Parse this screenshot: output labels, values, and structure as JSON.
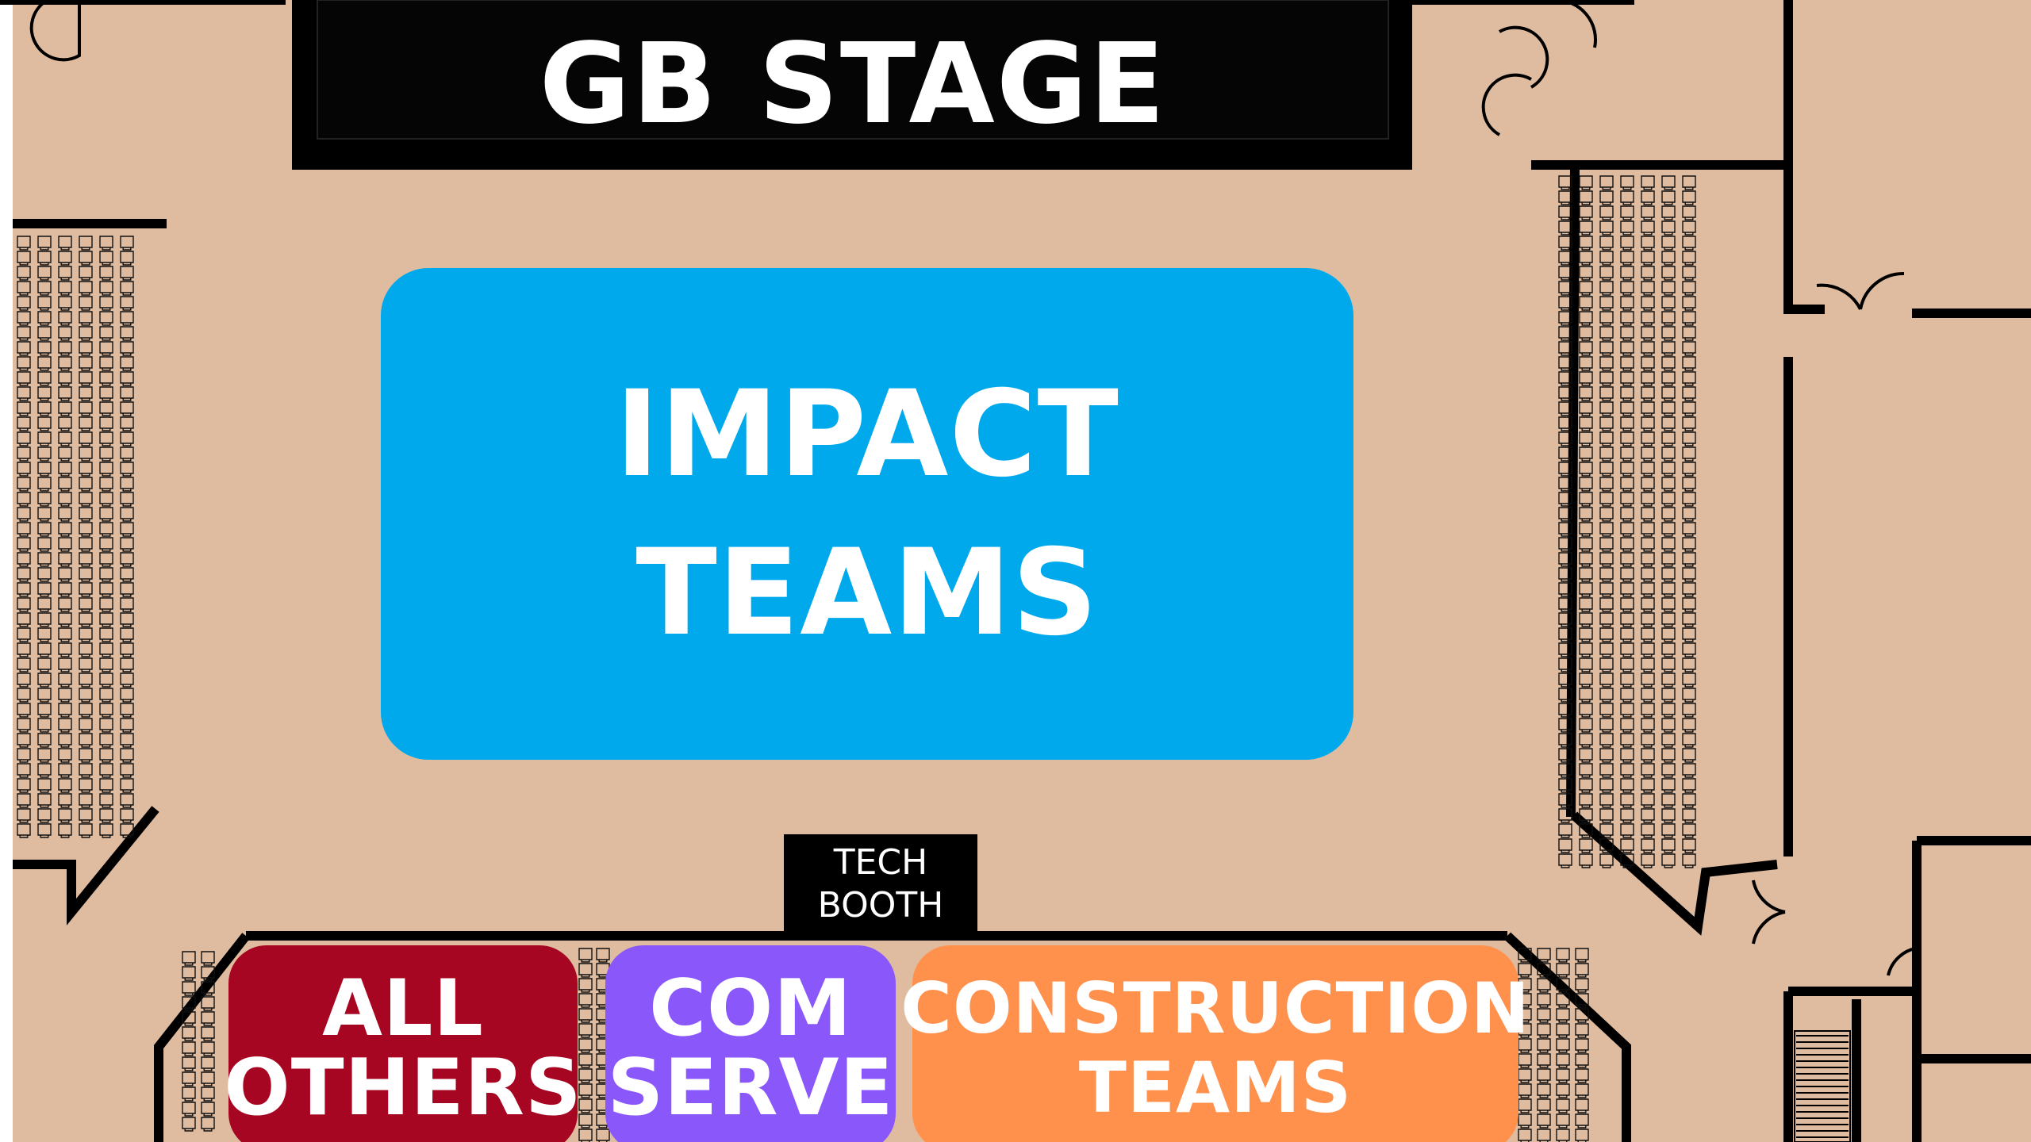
{
  "map": {
    "stage": {
      "label": "GB STAGE",
      "color": "#000000"
    },
    "zones": [
      {
        "id": "impact",
        "lines": [
          "IMPACT",
          "TEAMS"
        ],
        "color": "#00A9EC"
      },
      {
        "id": "others",
        "lines": [
          "ALL",
          "OTHERS"
        ],
        "color": "#A70622"
      },
      {
        "id": "comserve",
        "lines": [
          "COM",
          "SERVE"
        ],
        "color": "#8A57FB"
      },
      {
        "id": "construction",
        "lines": [
          "CONSTRUCTION",
          "TEAMS"
        ],
        "color": "#FF914D"
      }
    ],
    "tech_booth": {
      "lines": [
        "TECH",
        "BOOTH"
      ],
      "color": "#000000"
    },
    "floor_color": "#DFBCA0",
    "wall_color": "#000000",
    "icons": [
      "chair-icon",
      "door-icon",
      "stairs-icon"
    ]
  }
}
